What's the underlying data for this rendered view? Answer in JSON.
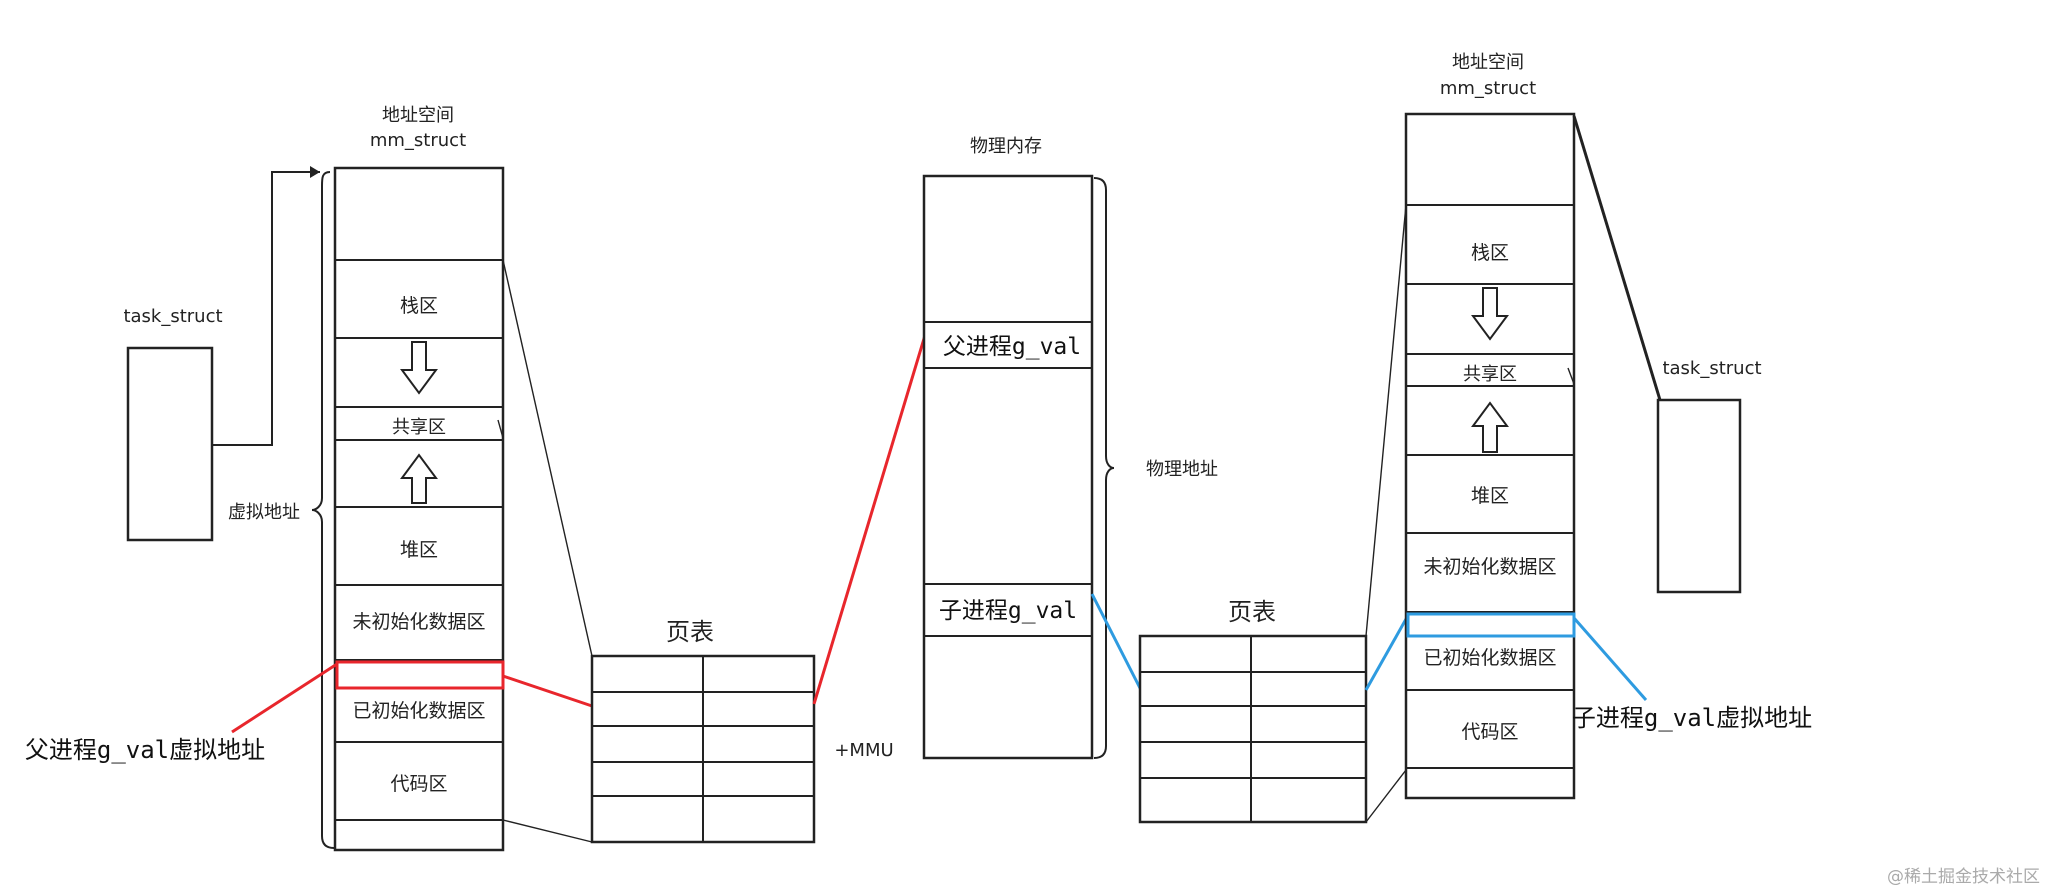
{
  "left": {
    "task_struct": "task_struct",
    "addr_space_line1": "地址空间",
    "addr_space_line2": "mm_struct",
    "virtual_addr": "虚拟地址",
    "segments": {
      "stack": "栈区",
      "shared": "共享区",
      "heap": "堆区",
      "bss": "未初始化数据区",
      "data": "已初始化数据区",
      "code": "代码区"
    },
    "callout": "父进程g_val虚拟地址",
    "page_table": "页表"
  },
  "middle": {
    "title": "物理内存",
    "parent_cell": "父进程g_val",
    "child_cell": "子进程g_val",
    "phys_addr": "物理地址",
    "mmu": "+MMU"
  },
  "right": {
    "task_struct": "task_struct",
    "addr_space_line1": "地址空间",
    "addr_space_line2": "mm_struct",
    "segments": {
      "stack": "栈区",
      "shared": "共享区",
      "heap": "堆区",
      "bss": "未初始化数据区",
      "data": "已初始化数据区",
      "code": "代码区"
    },
    "callout": "子进程g_val虚拟地址",
    "page_table": "页表"
  },
  "watermark": "@稀土掘金技术社区",
  "colors": {
    "parent_highlight": "#e8262c",
    "child_highlight": "#2e9be0",
    "stroke": "#222222"
  }
}
